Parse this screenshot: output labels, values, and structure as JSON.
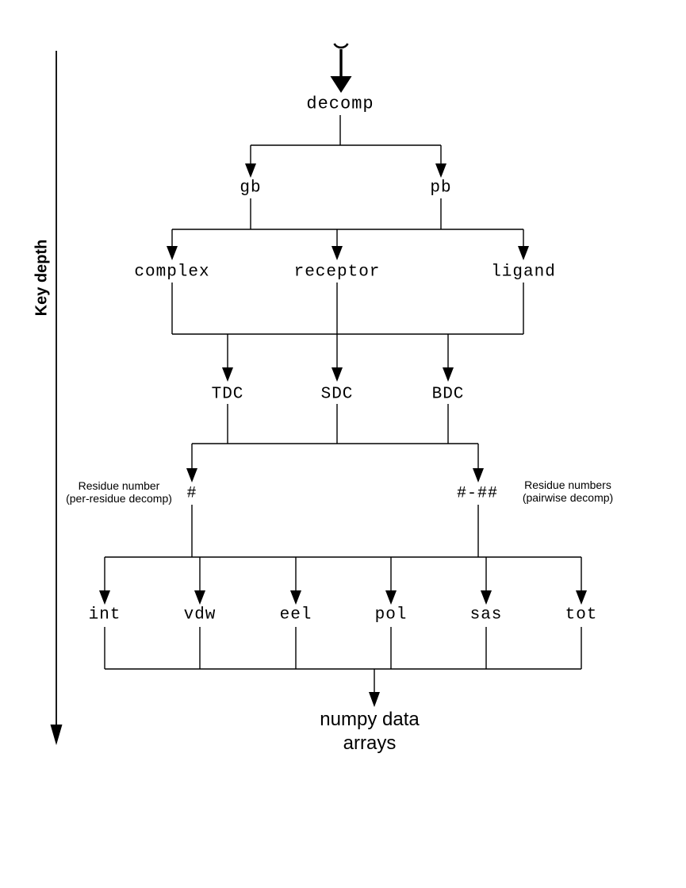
{
  "diagram": {
    "key_depth_label": "Key depth",
    "nodes": {
      "root": "decomp",
      "level2": [
        "gb",
        "pb"
      ],
      "level3": [
        "complex",
        "receptor",
        "ligand"
      ],
      "level4": [
        "TDC",
        "SDC",
        "BDC"
      ],
      "level5": [
        "#",
        "#-##"
      ],
      "level6": [
        "int",
        "vdw",
        "eel",
        "pol",
        "sas",
        "tot"
      ],
      "sink_line1": "numpy data",
      "sink_line2": "arrays"
    },
    "annotations": {
      "left_line1": "Residue number",
      "left_line2": "(per-residue decomp)",
      "right_line1": "Residue numbers",
      "right_line2": "(pairwise decomp)"
    },
    "colors": {
      "line": "#000000",
      "background": "#ffffff",
      "text": "#000000"
    }
  }
}
